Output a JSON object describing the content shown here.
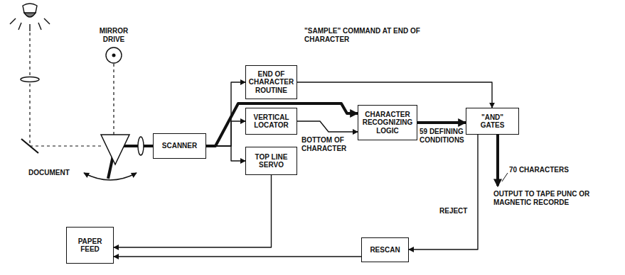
{
  "diagram": {
    "nodes": [
      {
        "text": [
          "SCANNER"
        ]
      },
      {
        "text": [
          "END OF CHARACTER ROUTINE"
        ]
      },
      {
        "text": [
          "VERTICAL LOCATOR"
        ]
      },
      {
        "text": [
          "CHARACTER RECOGNIZING LOGIC"
        ]
      },
      {
        "text": [
          "\"AND\" GATES"
        ]
      },
      {
        "text": [
          "TOP LINE SERVO"
        ]
      },
      {
        "text": [
          "PAPER FEED"
        ]
      },
      {
        "text": [
          "RESCAN"
        ]
      }
    ],
    "edges": [
      {
        "from": 0,
        "to": 1,
        "arrow": "to"
      },
      {
        "from": 0,
        "to": 2,
        "arrow": "to"
      },
      {
        "from": 0,
        "to": 3,
        "arrow": "to"
      },
      {
        "from": 0,
        "to": 5,
        "arrow": "to"
      },
      {
        "from": 1,
        "to": 4,
        "label": "\"SAMPLE\" COMMAND AT END OF CHARACTER",
        "arrow": "to"
      },
      {
        "from": 2,
        "to": 3,
        "label": "BOTTOM OF CHARACTER",
        "arrow": "to"
      },
      {
        "from": 3,
        "to": 4,
        "label": "59 DEFINING CONDITIONS",
        "arrow": "to"
      },
      {
        "from": 4,
        "to": 7,
        "label": "REJECT",
        "arrow": "to"
      },
      {
        "from": 5,
        "to": 6,
        "arrow": "to"
      },
      {
        "from": 7,
        "to": 6,
        "arrow": "to"
      }
    ],
    "labels": [
      "MIRROR DRIVE",
      "DOCUMENT",
      "70 CHARACTERS",
      "OUTPUT TO TAPE PUNC OR MAGNETIC RECORDE"
    ]
  }
}
